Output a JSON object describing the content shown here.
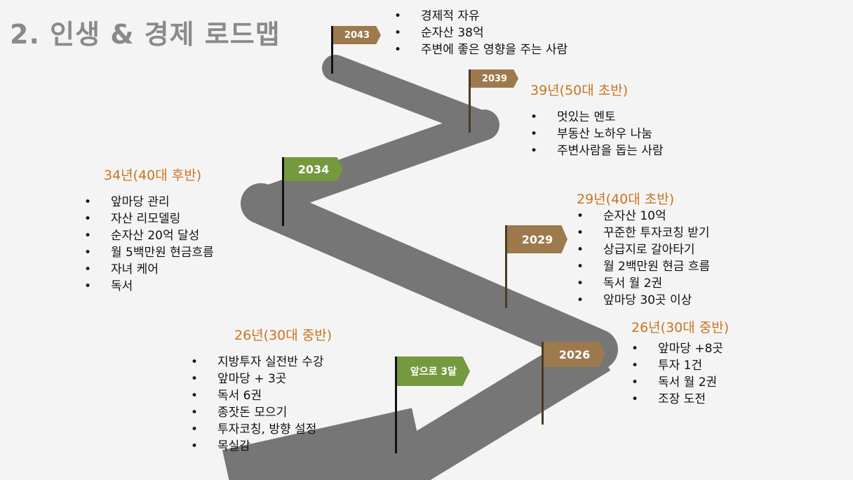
{
  "title": "2. 인생 & 경제 로드맵",
  "flags": {
    "f2043": "2043",
    "f2039": "2039",
    "f2034": "2034",
    "f2029": "2029",
    "f2026": "2026",
    "now": "앞으로 3달"
  },
  "blocks": {
    "b2043": {
      "items": [
        "경제적 자유",
        "순자산 38억",
        "주변에 좋은 영향을 주는 사람"
      ]
    },
    "b2039": {
      "head": "39년(50대 초반)",
      "items": [
        "멋있는 멘토",
        "부동산 노하우 나눔",
        "주변사람을 돕는 사람"
      ]
    },
    "b2034": {
      "head": "34년(40대 후반)",
      "items": [
        "앞마당 관리",
        "자산 리모델링",
        "순자산 20억 달성",
        "월 5백만원 현금흐름",
        "자녀 케어",
        "독서"
      ]
    },
    "b2029": {
      "head": "29년(40대 초반)",
      "items": [
        "순자산 10억",
        "꾸준한 투자코칭 받기",
        "상급지로 갈아타기",
        "월 2백만원 현금 흐름",
        "독서 월 2권",
        "앞마당 30곳 이상"
      ]
    },
    "b2026": {
      "head": "26년(30대 중반)",
      "items": [
        "앞마당 +8곳",
        "투자 1건",
        "독서 월 2권",
        "조장 도전"
      ]
    },
    "bnow": {
      "head": "26년(30대 중반)",
      "items": [
        "지방투자 실전반 수강",
        "앞마당 + 3곳",
        "독서 6권",
        "종잣돈 모으기",
        "투자코칭, 방향 설정",
        "목실감"
      ]
    }
  }
}
